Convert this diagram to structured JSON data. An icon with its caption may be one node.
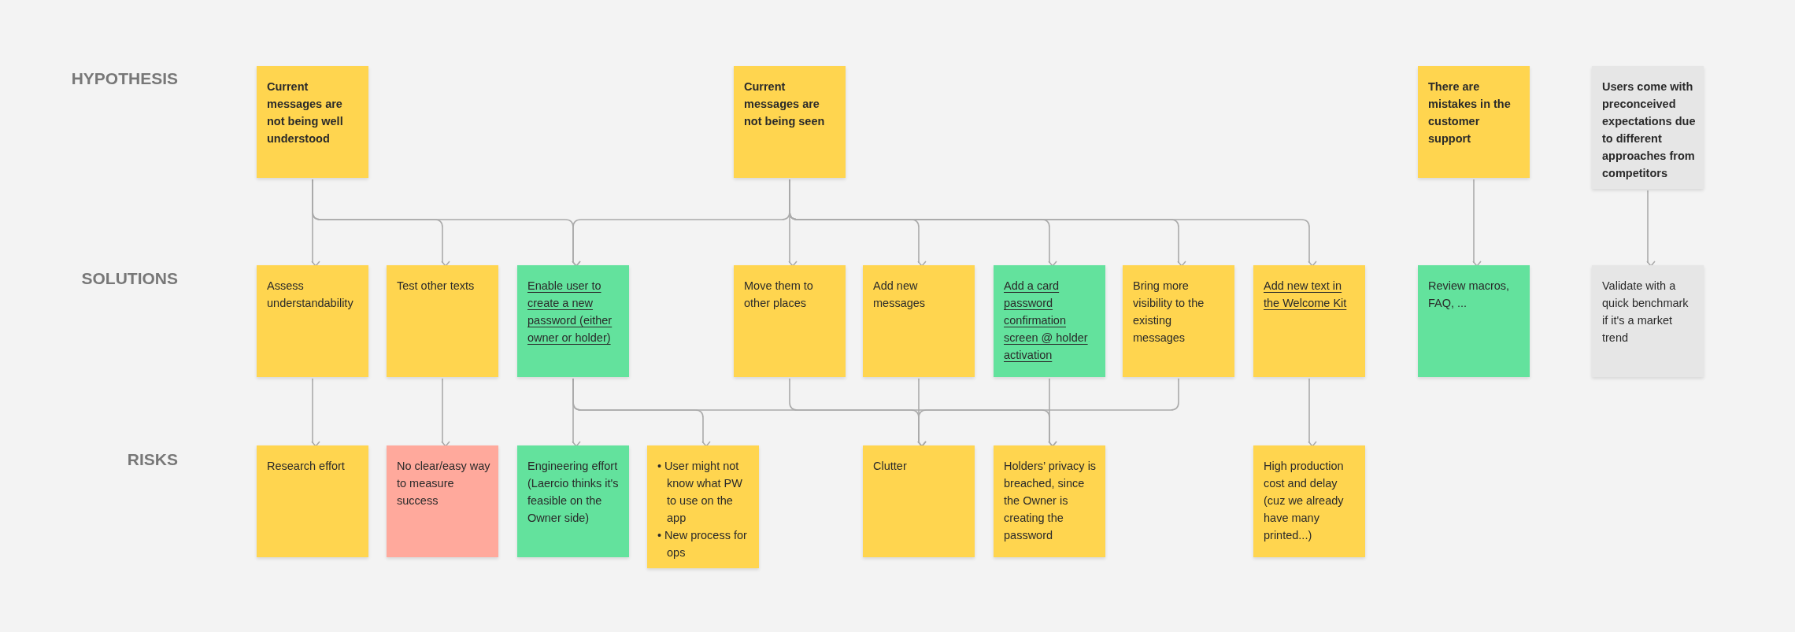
{
  "diagram": {
    "nodes": [
      {
        "text": [
          "Current messages are not being well understood"
        ]
      },
      {
        "text": [
          "Current messages are not being seen"
        ]
      },
      {
        "text": [
          "There are mistakes in the customer support"
        ]
      },
      {
        "text": [
          "Users come with preconceived expectations due to different approaches from competitors"
        ]
      },
      {
        "text": [
          "Assess understandability"
        ]
      },
      {
        "text": [
          "Test other texts"
        ]
      },
      {
        "text": [
          "Enable user to create a new password (either owner or holder)"
        ]
      },
      {
        "text": [
          "Move them to other places"
        ]
      },
      {
        "text": [
          "Add new messages"
        ]
      },
      {
        "text": [
          "Add a card password confirmation screen @ holder activation"
        ]
      },
      {
        "text": [
          "Bring more visibility to the existing messages"
        ]
      },
      {
        "text": [
          "Add new text in the Welcome Kit"
        ]
      },
      {
        "text": [
          "Review macros, FAQ, ..."
        ]
      },
      {
        "text": [
          "Validate with a quick benchmark if it's a market trend"
        ]
      },
      {
        "text": [
          "Research effort"
        ]
      },
      {
        "text": [
          "No clear/easy way to measure success"
        ]
      },
      {
        "text": [
          "Engineering effort (Laercio thinks it's feasible on the Owner side)"
        ]
      },
      {
        "text": [
          "• User might not know what PW to use on the app",
          "• New process for ops"
        ]
      },
      {
        "text": [
          "Clutter"
        ]
      },
      {
        "text": [
          "Holders’ privacy is breached, since the Owner is creating the password"
        ]
      },
      {
        "text": [
          "High production cost and delay (cuz we already have many printed...)"
        ]
      }
    ],
    "edges": [
      {
        "from": 0,
        "to": 4,
        "arrow": "to"
      },
      {
        "from": 0,
        "to": 5,
        "arrow": "to"
      },
      {
        "from": 0,
        "to": 6,
        "arrow": "to"
      },
      {
        "from": 1,
        "to": 6,
        "arrow": "to"
      },
      {
        "from": 1,
        "to": 7,
        "arrow": "to"
      },
      {
        "from": 1,
        "to": 8,
        "arrow": "to"
      },
      {
        "from": 1,
        "to": 9,
        "arrow": "to"
      },
      {
        "from": 1,
        "to": 10,
        "arrow": "to"
      },
      {
        "from": 1,
        "to": 11,
        "arrow": "to"
      },
      {
        "from": 2,
        "to": 12,
        "arrow": "to"
      },
      {
        "from": 3,
        "to": 13,
        "arrow": "to"
      },
      {
        "from": 4,
        "to": 14,
        "arrow": "to"
      },
      {
        "from": 5,
        "to": 15,
        "arrow": "to"
      },
      {
        "from": 6,
        "to": 16,
        "arrow": "to"
      },
      {
        "from": 6,
        "to": 17,
        "arrow": "to"
      },
      {
        "from": 6,
        "to": 19,
        "arrow": "to"
      },
      {
        "from": 9,
        "to": 19,
        "arrow": "to"
      },
      {
        "from": 7,
        "to": 18,
        "arrow": "to"
      },
      {
        "from": 8,
        "to": 18,
        "arrow": "to"
      },
      {
        "from": 10,
        "to": 18,
        "arrow": "to"
      },
      {
        "from": 11,
        "to": 20,
        "arrow": "to"
      }
    ],
    "labels": [
      "HYPOTHESIS",
      "SOLUTIONS",
      "RISKS"
    ]
  }
}
